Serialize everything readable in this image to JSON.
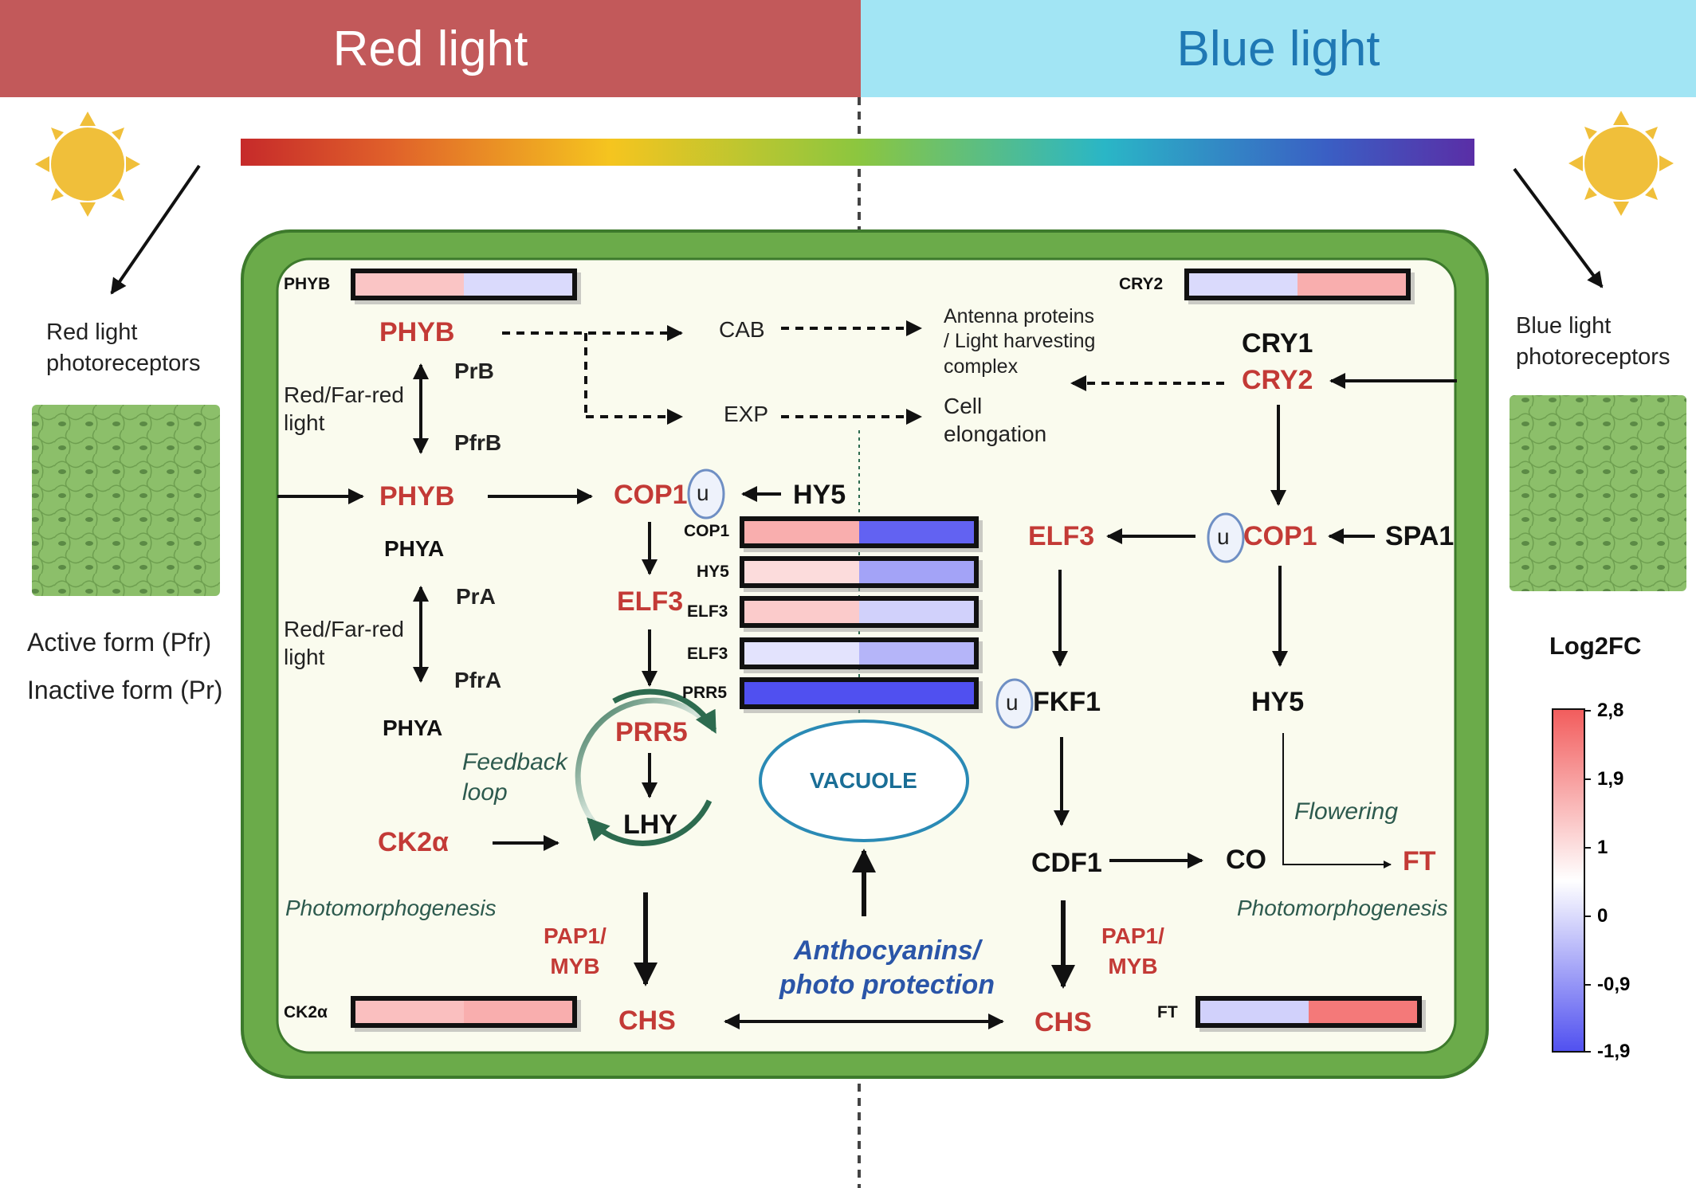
{
  "header": {
    "left": "Red light",
    "right": "Blue light"
  },
  "side": {
    "red_photoreceptors": [
      "Red light",
      "photoreceptors"
    ],
    "blue_photoreceptors": [
      "Blue light",
      "photoreceptors"
    ],
    "active_form": "Active form (Pfr)",
    "inactive_form": "Inactive form (Pr)"
  },
  "legend": {
    "title": "Log2FC",
    "ticks": [
      "2,8",
      "1,9",
      "1",
      "0",
      "-0,9",
      "-1,9"
    ],
    "colors": {
      "high": "#f25c5c",
      "mid": "#ffffff",
      "low": "#5050f0"
    }
  },
  "heatmaps": [
    {
      "label": "PHYB",
      "values": [
        1.0,
        -0.4
      ]
    },
    {
      "label": "CRY2",
      "values": [
        -0.4,
        1.4
      ]
    },
    {
      "label": "COP1",
      "values": [
        1.4,
        -1.7
      ]
    },
    {
      "label": "HY5",
      "values": [
        0.6,
        -1.0
      ]
    },
    {
      "label": "ELF3",
      "values": [
        0.9,
        -0.5
      ]
    },
    {
      "label": "ELF3",
      "values": [
        -0.3,
        -0.8
      ]
    },
    {
      "label": "PRR5",
      "values": [
        -1.9,
        -1.9
      ]
    },
    {
      "label": "CK2α",
      "values": [
        1.1,
        1.4
      ]
    },
    {
      "label": "FT",
      "values": [
        -0.5,
        2.3
      ]
    }
  ],
  "nodes": {
    "phyb_top": "PHYB",
    "prb": "PrB",
    "red_far_red_1": [
      "Red/Far-red",
      "light"
    ],
    "pfrb": "PfrB",
    "phyb_mid": "PHYB",
    "phya_1": "PHYA",
    "pra": "PrA",
    "red_far_red_2": [
      "Red/Far-red",
      "light"
    ],
    "pfra": "PfrA",
    "phya_2": "PHYA",
    "feedback": [
      "Feedback",
      "loop"
    ],
    "ck2a": "CK2α",
    "photomorph_left": "Photomorphogenesis",
    "cab": "CAB",
    "exp": "EXP",
    "antenna": [
      "Antenna proteins",
      "/ Light harvesting",
      "complex"
    ],
    "cell_elong": [
      "Cell",
      "elongation"
    ],
    "cop1_left": "COP1",
    "u": "u",
    "hy5_left": "HY5",
    "elf3_left": "ELF3",
    "prr5": "PRR5",
    "lhy": "LHY",
    "pap1_left": [
      "PAP1/",
      "MYB"
    ],
    "chs_left": "CHS",
    "vacuole": "VACUOLE",
    "anthocyanins": [
      "Anthocyanins/",
      "photo protection"
    ],
    "cry1": "CRY1",
    "cry2": "CRY2",
    "elf3_right": "ELF3",
    "cop1_right": "COP1",
    "spa1": "SPA1",
    "fkf1": "FKF1",
    "hy5_right": "HY5",
    "flowering": "Flowering",
    "cdf1": "CDF1",
    "co": "CO",
    "ft": "FT",
    "photomorph_right": "Photomorphogenesis",
    "pap1_right": [
      "PAP1/",
      "MYB"
    ],
    "chs_right": "CHS"
  }
}
